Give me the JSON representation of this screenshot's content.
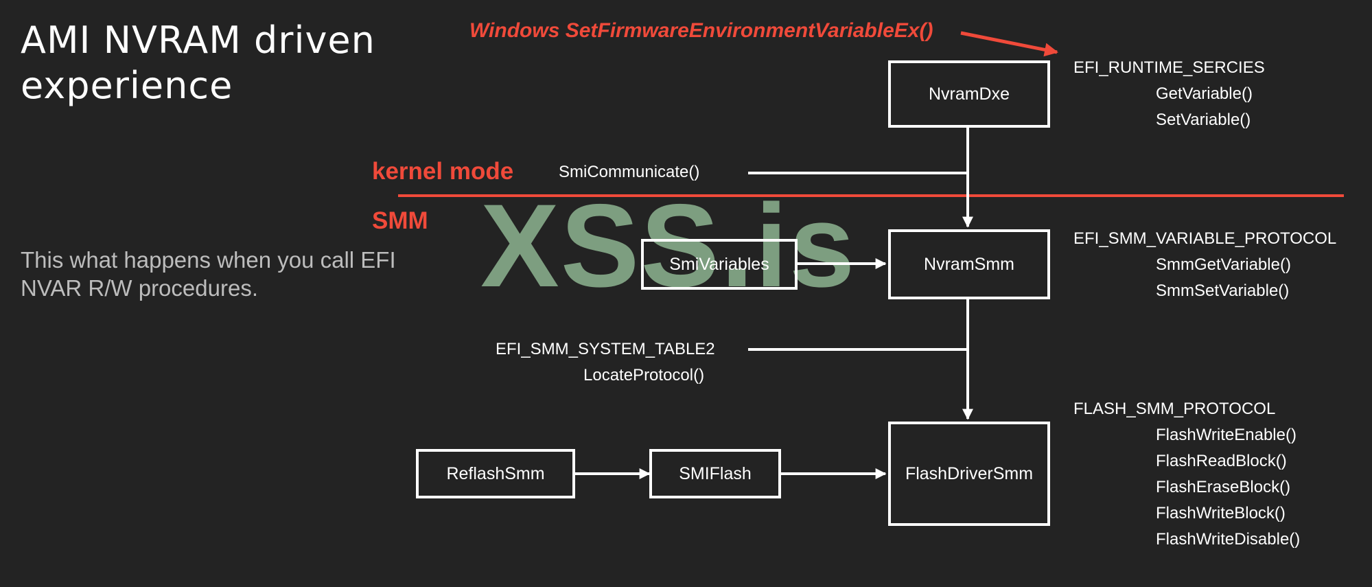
{
  "title": {
    "line1": "AMI NVRAM driven",
    "line2": "experience"
  },
  "annotations": {
    "windows_call": "Windows SetFirmwareEnvironmentVariableEx()",
    "kernel_mode": "kernel mode",
    "smm": "SMM",
    "description_line1": "This what happens when you call EFI",
    "description_line2": "NVAR R/W procedures.",
    "watermark": "XSS.is"
  },
  "boxes": {
    "nvramdxe": "NvramDxe",
    "nvramsmm": "NvramSmm",
    "smivariables": "SmiVariables",
    "flashdriversmm": "FlashDriverSmm",
    "reflashsmm": "ReflashSmm",
    "smiflash": "SMIFlash"
  },
  "edge_labels": {
    "smicommunicate": "SmiCommunicate()",
    "system_table": "EFI_SMM_SYSTEM_TABLE2",
    "locate_protocol": "LocateProtocol()"
  },
  "api_groups": [
    {
      "header": "EFI_RUNTIME_SERCIES",
      "functions": [
        "GetVariable()",
        "SetVariable()"
      ]
    },
    {
      "header": "EFI_SMM_VARIABLE_PROTOCOL",
      "functions": [
        "SmmGetVariable()",
        "SmmSetVariable()"
      ]
    },
    {
      "header": "FLASH_SMM_PROTOCOL",
      "functions": [
        "FlashWriteEnable()",
        "FlashReadBlock()",
        "FlashEraseBlock()",
        "FlashWriteBlock()",
        "FlashWriteDisable()"
      ]
    }
  ],
  "colors": {
    "background": "#232323",
    "accent_red": "#f04a3a",
    "watermark": "#9cc79f",
    "line": "#ffffff"
  }
}
